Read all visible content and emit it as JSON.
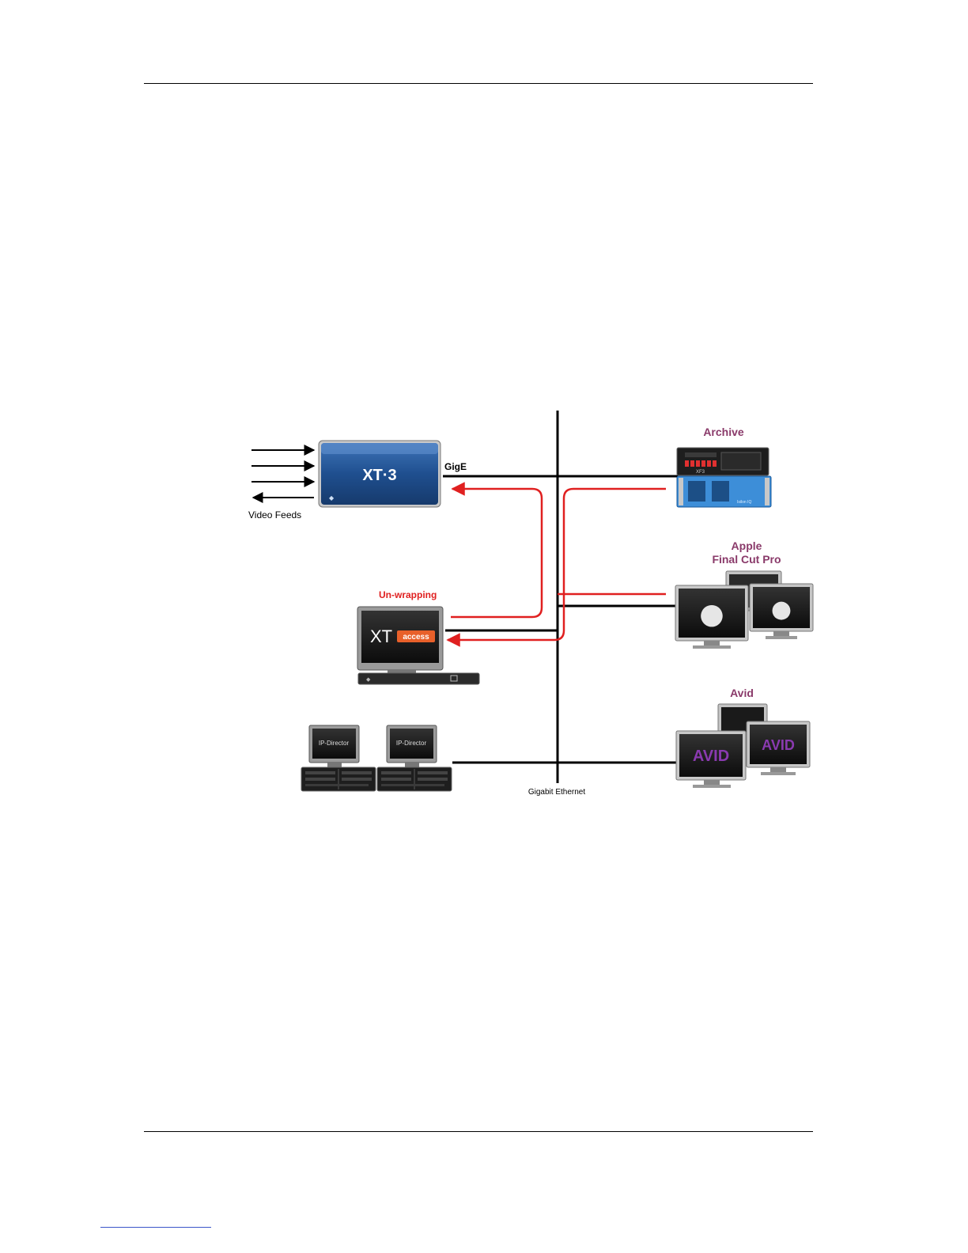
{
  "diagram": {
    "labels": {
      "gige": "GigE",
      "video_feeds": "Video Feeds",
      "unwrapping": "Un-wrapping",
      "archive": "Archive",
      "apple_line1": "Apple",
      "apple_line2": "Final Cut Pro",
      "avid": "Avid",
      "gigabit_ethernet": "Gigabit Ethernet"
    },
    "devices": {
      "xt3_logo": "XT·3",
      "xtaccess_xt": "XT",
      "xtaccess_badge": "access",
      "ipdirector_screen": "IP-Director",
      "avid_logo": "AVID",
      "archive_brand": "XF3",
      "archive_lower_brand": "Isilon IQ"
    },
    "colors": {
      "network_line": "#000000",
      "flow_line": "#e02020",
      "label_purple": "#8a3a6a",
      "label_red": "#e02020",
      "xt3_blue": "#1f4f8f",
      "avid_purple": "#7a2a9a",
      "access_orange": "#e8602a"
    }
  }
}
